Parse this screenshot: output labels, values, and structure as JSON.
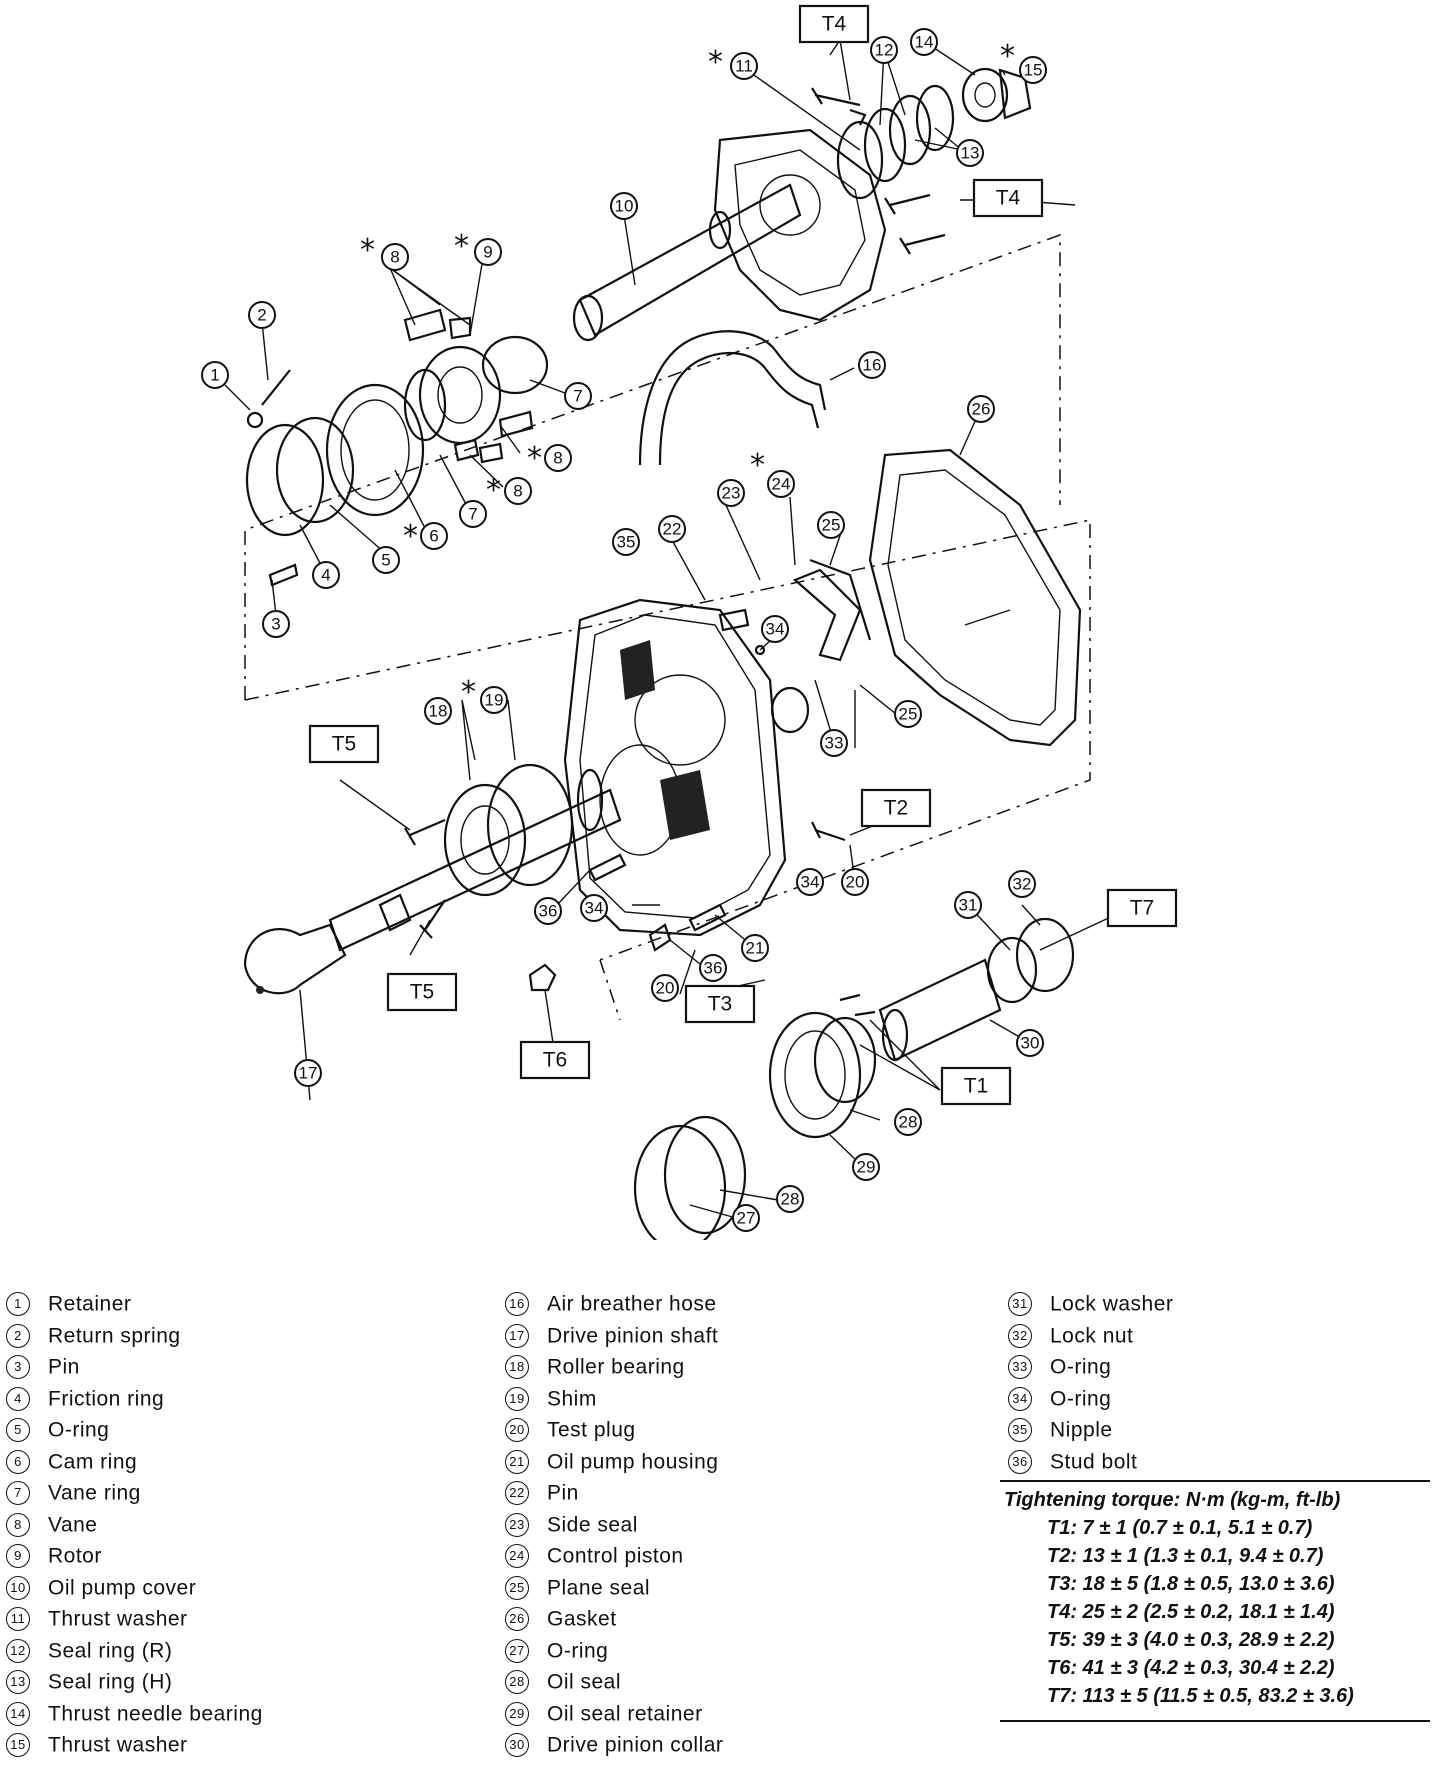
{
  "diagram": {
    "callout_numbers": [
      "1",
      "2",
      "3",
      "4",
      "5",
      "6",
      "7",
      "8",
      "9",
      "10",
      "11",
      "12",
      "13",
      "14",
      "15",
      "16",
      "17",
      "18",
      "19",
      "20",
      "21",
      "22",
      "23",
      "24",
      "25",
      "26",
      "27",
      "28",
      "29",
      "30",
      "31",
      "32",
      "33",
      "34",
      "35",
      "36"
    ],
    "asterisk": "*",
    "torque_labels": [
      "T1",
      "T2",
      "T3",
      "T4",
      "T5",
      "T6",
      "T7"
    ]
  },
  "parts_legend": [
    {
      "num": "1",
      "name": "Retainer"
    },
    {
      "num": "2",
      "name": "Return spring"
    },
    {
      "num": "3",
      "name": "Pin"
    },
    {
      "num": "4",
      "name": "Friction ring"
    },
    {
      "num": "5",
      "name": "O-ring"
    },
    {
      "num": "6",
      "name": "Cam ring"
    },
    {
      "num": "7",
      "name": "Vane ring"
    },
    {
      "num": "8",
      "name": "Vane"
    },
    {
      "num": "9",
      "name": "Rotor"
    },
    {
      "num": "10",
      "name": "Oil pump cover"
    },
    {
      "num": "11",
      "name": "Thrust washer"
    },
    {
      "num": "12",
      "name": "Seal ring (R)"
    },
    {
      "num": "13",
      "name": "Seal ring (H)"
    },
    {
      "num": "14",
      "name": "Thrust needle bearing"
    },
    {
      "num": "15",
      "name": "Thrust washer"
    },
    {
      "num": "16",
      "name": "Air breather hose"
    },
    {
      "num": "17",
      "name": "Drive pinion shaft"
    },
    {
      "num": "18",
      "name": "Roller bearing"
    },
    {
      "num": "19",
      "name": "Shim"
    },
    {
      "num": "20",
      "name": "Test plug"
    },
    {
      "num": "21",
      "name": "Oil pump housing"
    },
    {
      "num": "22",
      "name": "Pin"
    },
    {
      "num": "23",
      "name": "Side seal"
    },
    {
      "num": "24",
      "name": "Control piston"
    },
    {
      "num": "25",
      "name": "Plane seal"
    },
    {
      "num": "26",
      "name": "Gasket"
    },
    {
      "num": "27",
      "name": "O-ring"
    },
    {
      "num": "28",
      "name": "Oil seal"
    },
    {
      "num": "29",
      "name": "Oil seal retainer"
    },
    {
      "num": "30",
      "name": "Drive pinion collar"
    },
    {
      "num": "31",
      "name": "Lock washer"
    },
    {
      "num": "32",
      "name": "Lock nut"
    },
    {
      "num": "33",
      "name": "O-ring"
    },
    {
      "num": "34",
      "name": "O-ring"
    },
    {
      "num": "35",
      "name": "Nipple"
    },
    {
      "num": "36",
      "name": "Stud bolt"
    }
  ],
  "tightening_torque": {
    "title": "Tightening torque: N·m (kg-m, ft-lb)",
    "items": [
      "T1: 7 ± 1 (0.7 ± 0.1, 5.1 ± 0.7)",
      "T2: 13 ± 1 (1.3 ± 0.1, 9.4 ± 0.7)",
      "T3: 18 ± 5 (1.8 ± 0.5, 13.0 ± 3.6)",
      "T4: 25 ± 2 (2.5 ± 0.2, 18.1 ± 1.4)",
      "T5: 39 ± 3 (4.0 ± 0.3, 28.9 ± 2.2)",
      "T6: 41 ± 3 (4.2 ± 0.3, 30.4 ± 2.2)",
      "T7: 113 ± 5 (11.5 ± 0.5, 83.2 ± 3.6)"
    ]
  }
}
